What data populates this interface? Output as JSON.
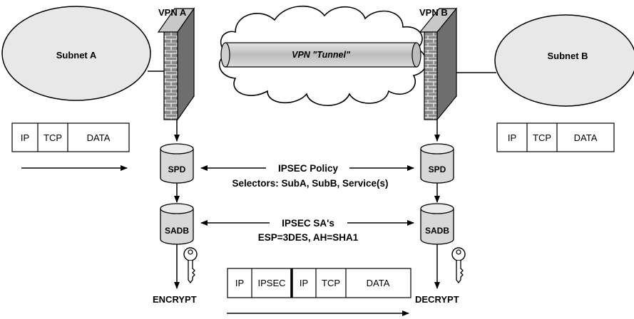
{
  "vpn_a": {
    "label": "VPN A",
    "subnet": "Subnet A",
    "action": "ENCRYPT"
  },
  "vpn_b": {
    "label": "VPN B",
    "subnet": "Subnet B",
    "action": "DECRYPT"
  },
  "tunnel_label": "VPN \"Tunnel\"",
  "spd_label": "SPD",
  "sadb_label": "SADB",
  "policy": {
    "title": "IPSEC Policy",
    "selectors": "Selectors: SubA, SubB, Service(s)"
  },
  "sas": {
    "title": "IPSEC SA's",
    "params": "ESP=3DES, AH=SHA1"
  },
  "packet_plain": {
    "ip": "IP",
    "tcp": "TCP",
    "data": "DATA"
  },
  "packet_encrypted": {
    "ip_outer": "IP",
    "ipsec": "IPSEC",
    "ip_inner": "IP",
    "tcp": "TCP",
    "data": "DATA"
  },
  "colors": {
    "subnet_fill": "#e8e8e8",
    "cylinder_fill": "#d8d8d8",
    "tunnel_fill": "#c8c8c8",
    "firewall_brick": "#8a8a8a"
  }
}
